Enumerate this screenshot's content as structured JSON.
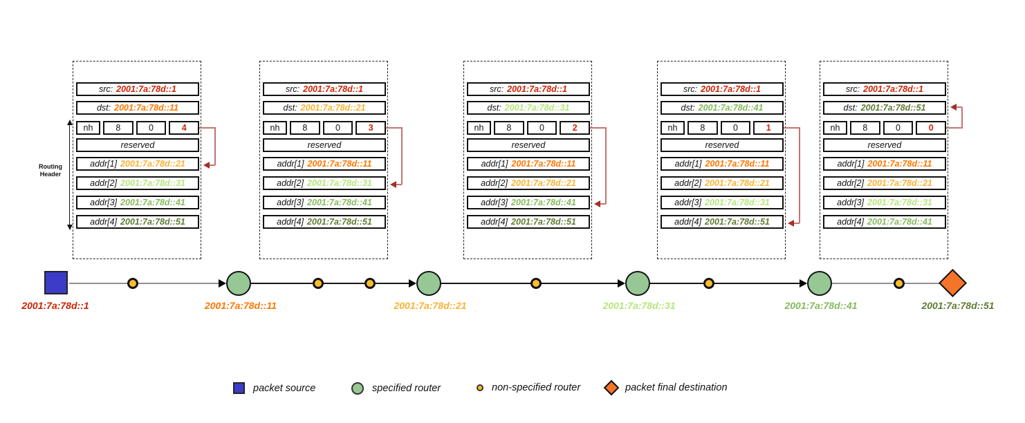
{
  "labels": {
    "src": "src:",
    "dst": "dst:",
    "nh": "nh",
    "hdr_ext_len": "8",
    "routing_type": "0",
    "reserved": "reserved",
    "addr1": "addr[1]",
    "addr2": "addr[2]",
    "addr3": "addr[3]",
    "addr4": "addr[4]",
    "routing_header_line1": "Routing",
    "routing_header_line2": "Header"
  },
  "colors": {
    "segments_left_text": "#cc2200",
    "return_arrow": "#c4736d",
    "source_fill": "#3c3cc8",
    "router_fill": "#96c795",
    "unspecified_fill": "#fbbd2a",
    "destination_fill": "#f4742a"
  },
  "packets": [
    {
      "src": "2001:7a:78d::1",
      "src_color": "#cc2200",
      "dst": "2001:7a:78d::11",
      "dst_color": "#ff7700",
      "segments_left": "4",
      "addrs": [
        {
          "value": "2001:7a:78d::21",
          "color": "#fbb234"
        },
        {
          "value": "2001:7a:78d::31",
          "color": "#b6e57d"
        },
        {
          "value": "2001:7a:78d::41",
          "color": "#85b95e"
        },
        {
          "value": "2001:7a:78d::51",
          "color": "#5f7a33"
        }
      ],
      "arrow_points_to": "addr[1]"
    },
    {
      "src": "2001:7a:78d::1",
      "src_color": "#cc2200",
      "dst": "2001:7a:78d::21",
      "dst_color": "#fbb234",
      "segments_left": "3",
      "addrs": [
        {
          "value": "2001:7a:78d::11",
          "color": "#ff7700"
        },
        {
          "value": "2001:7a:78d::31",
          "color": "#b6e57d"
        },
        {
          "value": "2001:7a:78d::41",
          "color": "#85b95e"
        },
        {
          "value": "2001:7a:78d::51",
          "color": "#5f7a33"
        }
      ],
      "arrow_points_to": "addr[2]"
    },
    {
      "src": "2001:7a:78d::1",
      "src_color": "#cc2200",
      "dst": "2001:7a:78d::31",
      "dst_color": "#b6e57d",
      "segments_left": "2",
      "addrs": [
        {
          "value": "2001:7a:78d::11",
          "color": "#ff7700"
        },
        {
          "value": "2001:7a:78d::21",
          "color": "#fbb234"
        },
        {
          "value": "2001:7a:78d::41",
          "color": "#85b95e"
        },
        {
          "value": "2001:7a:78d::51",
          "color": "#5f7a33"
        }
      ],
      "arrow_points_to": "addr[3]"
    },
    {
      "src": "2001:7a:78d::1",
      "src_color": "#cc2200",
      "dst": "2001:7a:78d::41",
      "dst_color": "#85b95e",
      "segments_left": "1",
      "addrs": [
        {
          "value": "2001:7a:78d::11",
          "color": "#ff7700"
        },
        {
          "value": "2001:7a:78d::21",
          "color": "#fbb234"
        },
        {
          "value": "2001:7a:78d::31",
          "color": "#b6e57d"
        },
        {
          "value": "2001:7a:78d::51",
          "color": "#5f7a33"
        }
      ],
      "arrow_points_to": "addr[4]"
    },
    {
      "src": "2001:7a:78d::1",
      "src_color": "#cc2200",
      "dst": "2001:7a:78d::51",
      "dst_color": "#5f7a33",
      "segments_left": "0",
      "addrs": [
        {
          "value": "2001:7a:78d::11",
          "color": "#ff7700"
        },
        {
          "value": "2001:7a:78d::21",
          "color": "#fbb234"
        },
        {
          "value": "2001:7a:78d::31",
          "color": "#b6e57d"
        },
        {
          "value": "2001:7a:78d::41",
          "color": "#85b95e"
        }
      ],
      "arrow_points_to": "dst"
    }
  ],
  "path": {
    "nodes": [
      {
        "type": "packet-source",
        "label": "2001:7a:78d::1",
        "color": "#cc2200"
      },
      {
        "type": "specified-router",
        "label": "2001:7a:78d::11",
        "color": "#ff7700"
      },
      {
        "type": "specified-router",
        "label": "2001:7a:78d::21",
        "color": "#fbb234"
      },
      {
        "type": "specified-router",
        "label": "2001:7a:78d::31",
        "color": "#b6e57d"
      },
      {
        "type": "specified-router",
        "label": "2001:7a:78d::41",
        "color": "#85b95e"
      },
      {
        "type": "packet-final-destination",
        "label": "2001:7a:78d::51",
        "color": "#5f7a33"
      }
    ],
    "unspecified_router_counts_between_hops": [
      1,
      2,
      1,
      1,
      1
    ]
  },
  "legend": {
    "source": "packet source",
    "router": "specified router",
    "unspecified": "non-specified router",
    "destination": "packet final destination"
  }
}
